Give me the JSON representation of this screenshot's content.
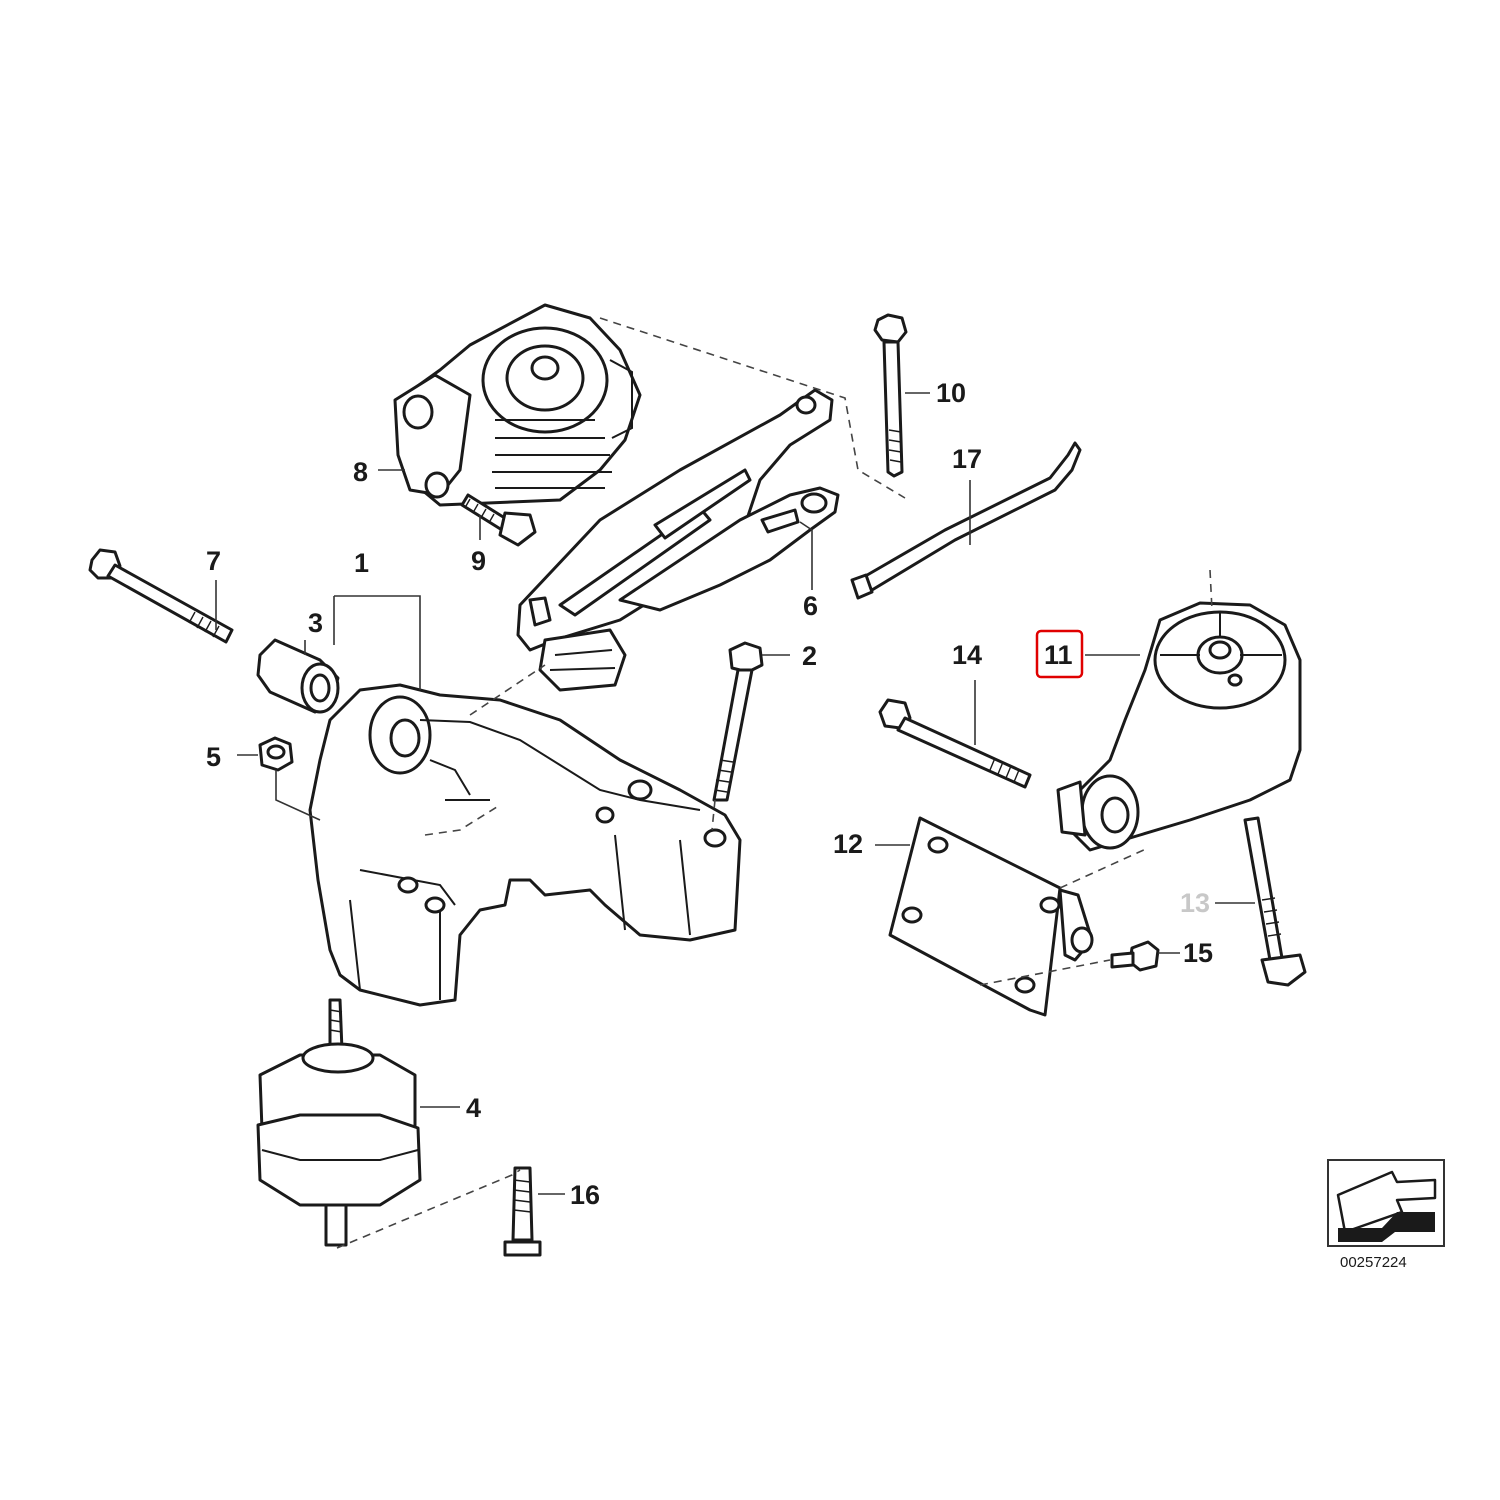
{
  "diagram": {
    "callouts": [
      {
        "id": "1",
        "label": "1"
      },
      {
        "id": "2",
        "label": "2"
      },
      {
        "id": "3",
        "label": "3"
      },
      {
        "id": "4",
        "label": "4"
      },
      {
        "id": "5",
        "label": "5"
      },
      {
        "id": "6",
        "label": "6"
      },
      {
        "id": "7",
        "label": "7"
      },
      {
        "id": "8",
        "label": "8"
      },
      {
        "id": "9",
        "label": "9"
      },
      {
        "id": "10",
        "label": "10"
      },
      {
        "id": "11",
        "label": "11",
        "highlighted": true
      },
      {
        "id": "12",
        "label": "12"
      },
      {
        "id": "13",
        "label": "13",
        "faded": true
      },
      {
        "id": "14",
        "label": "14"
      },
      {
        "id": "15",
        "label": "15"
      },
      {
        "id": "16",
        "label": "16"
      },
      {
        "id": "17",
        "label": "17"
      }
    ],
    "highlight_color": "#e00000",
    "faded_color": "#c8c8c8",
    "drawing_number": "00257224"
  }
}
